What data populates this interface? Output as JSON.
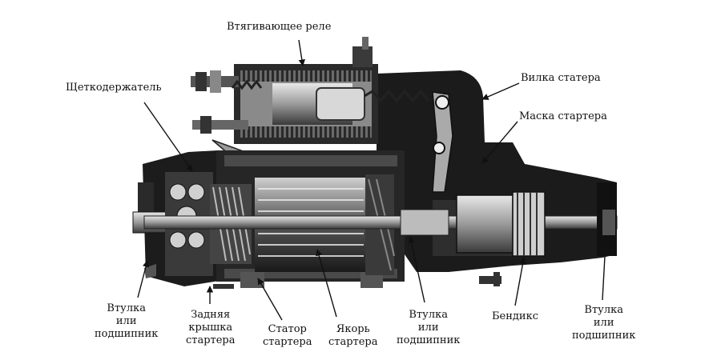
{
  "diagram": {
    "labels": {
      "solenoid": "Втягивающее реле",
      "brush_holder": "Щеткодержатель",
      "fork": "Вилка статера",
      "housing": "Маска стартера",
      "bushing_left": "Втулка\nили\nподшипник",
      "rear_cover": "Задняя\nкрышка\nстартера",
      "stator": "Статор\nстартера",
      "armature": "Якорь\nстартера",
      "bushing_middle": "Втулка\nили\nподшипник",
      "bendix": "Бендикс",
      "bushing_right": "Втулка\nили\nподшипник"
    }
  }
}
